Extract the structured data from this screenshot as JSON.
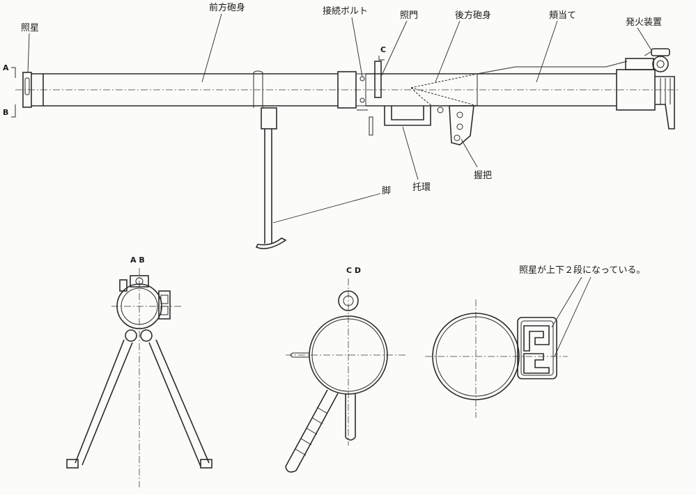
{
  "labels": {
    "front_sight": "照星",
    "front_barrel": "前方砲身",
    "connecting_bolt": "接続ボルト",
    "rear_sight": "照門",
    "rear_barrel": "後方砲身",
    "cheek_rest": "頬当て",
    "firing_device": "発火装置",
    "bipod": "脚",
    "trigger_guard": "托環",
    "grip": "握把",
    "section_a": "A",
    "section_b": "B",
    "section_c": "C",
    "view_ab": "A B",
    "view_cd": "C D",
    "sight_note": "照星が上下２段になっている。"
  }
}
